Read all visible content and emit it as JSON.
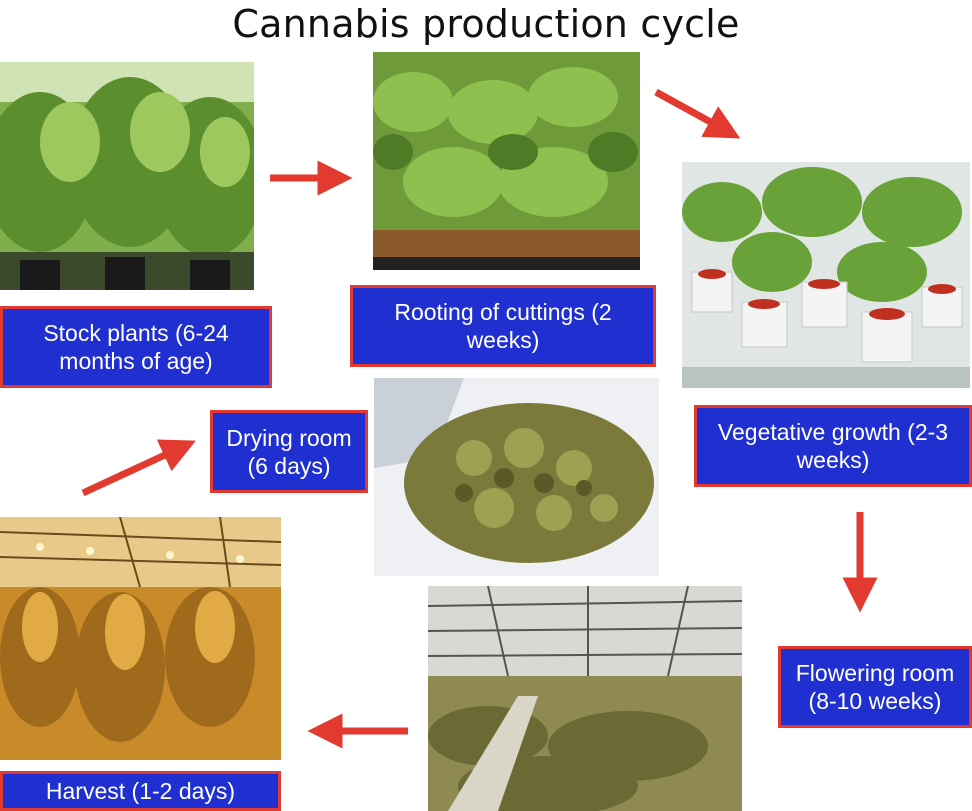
{
  "title": "Cannabis production cycle",
  "stages": {
    "stock": "Stock plants (6-24 months of age)",
    "rooting": "Rooting of cuttings (2 weeks)",
    "vegetative": "Vegetative growth (2-3 weeks)",
    "flowering": "Flowering room (8-10 weeks)",
    "harvest": "Harvest (1-2 days)",
    "drying": "Drying room (6 days)"
  },
  "colors": {
    "label_bg": "#1f2fd0",
    "label_border": "#e23a2e",
    "arrow": "#e23a2e"
  },
  "photos": [
    "stock-plants-photo",
    "rooting-cuttings-photo",
    "vegetative-growth-photo",
    "dried-buds-photo",
    "flowering-greenhouse-photo",
    "harvest-greenhouse-photo"
  ]
}
